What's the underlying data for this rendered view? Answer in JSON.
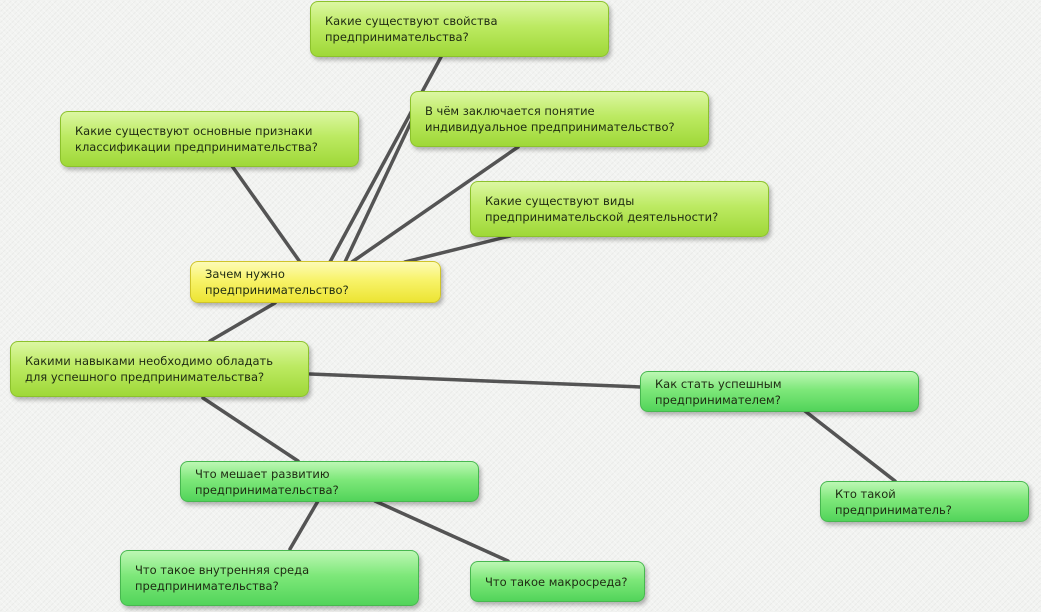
{
  "central": {
    "text": "Зачем нужно предпринимательство?"
  },
  "nodes": {
    "properties": "Какие существуют свойства предпринимательства?",
    "individual_concept": "В чём заключается понятие индивидуальное предпринимательство?",
    "classification": "Какие существуют основные признаки классификации предпринимательства?",
    "types": "Какие существуют виды предпринимательской деятельности?",
    "skills": "Какими навыками необходимо обладать для успешного предпринимательства?",
    "become_successful": "Как стать успешным предпринимателем?",
    "who_is": "Кто такой предприниматель?",
    "obstacles": "Что мешает развитию предпринимательства?",
    "internal_environment": "Что такое внутренняя среда предпринимательства?",
    "macro_environment": "Что такое макросреда?"
  },
  "colors": {
    "connector": "#545454",
    "central_node": "#f8f36a",
    "lime_node": "#bcea62",
    "green_node": "#7ee87a",
    "background": "#f2f3f1"
  }
}
